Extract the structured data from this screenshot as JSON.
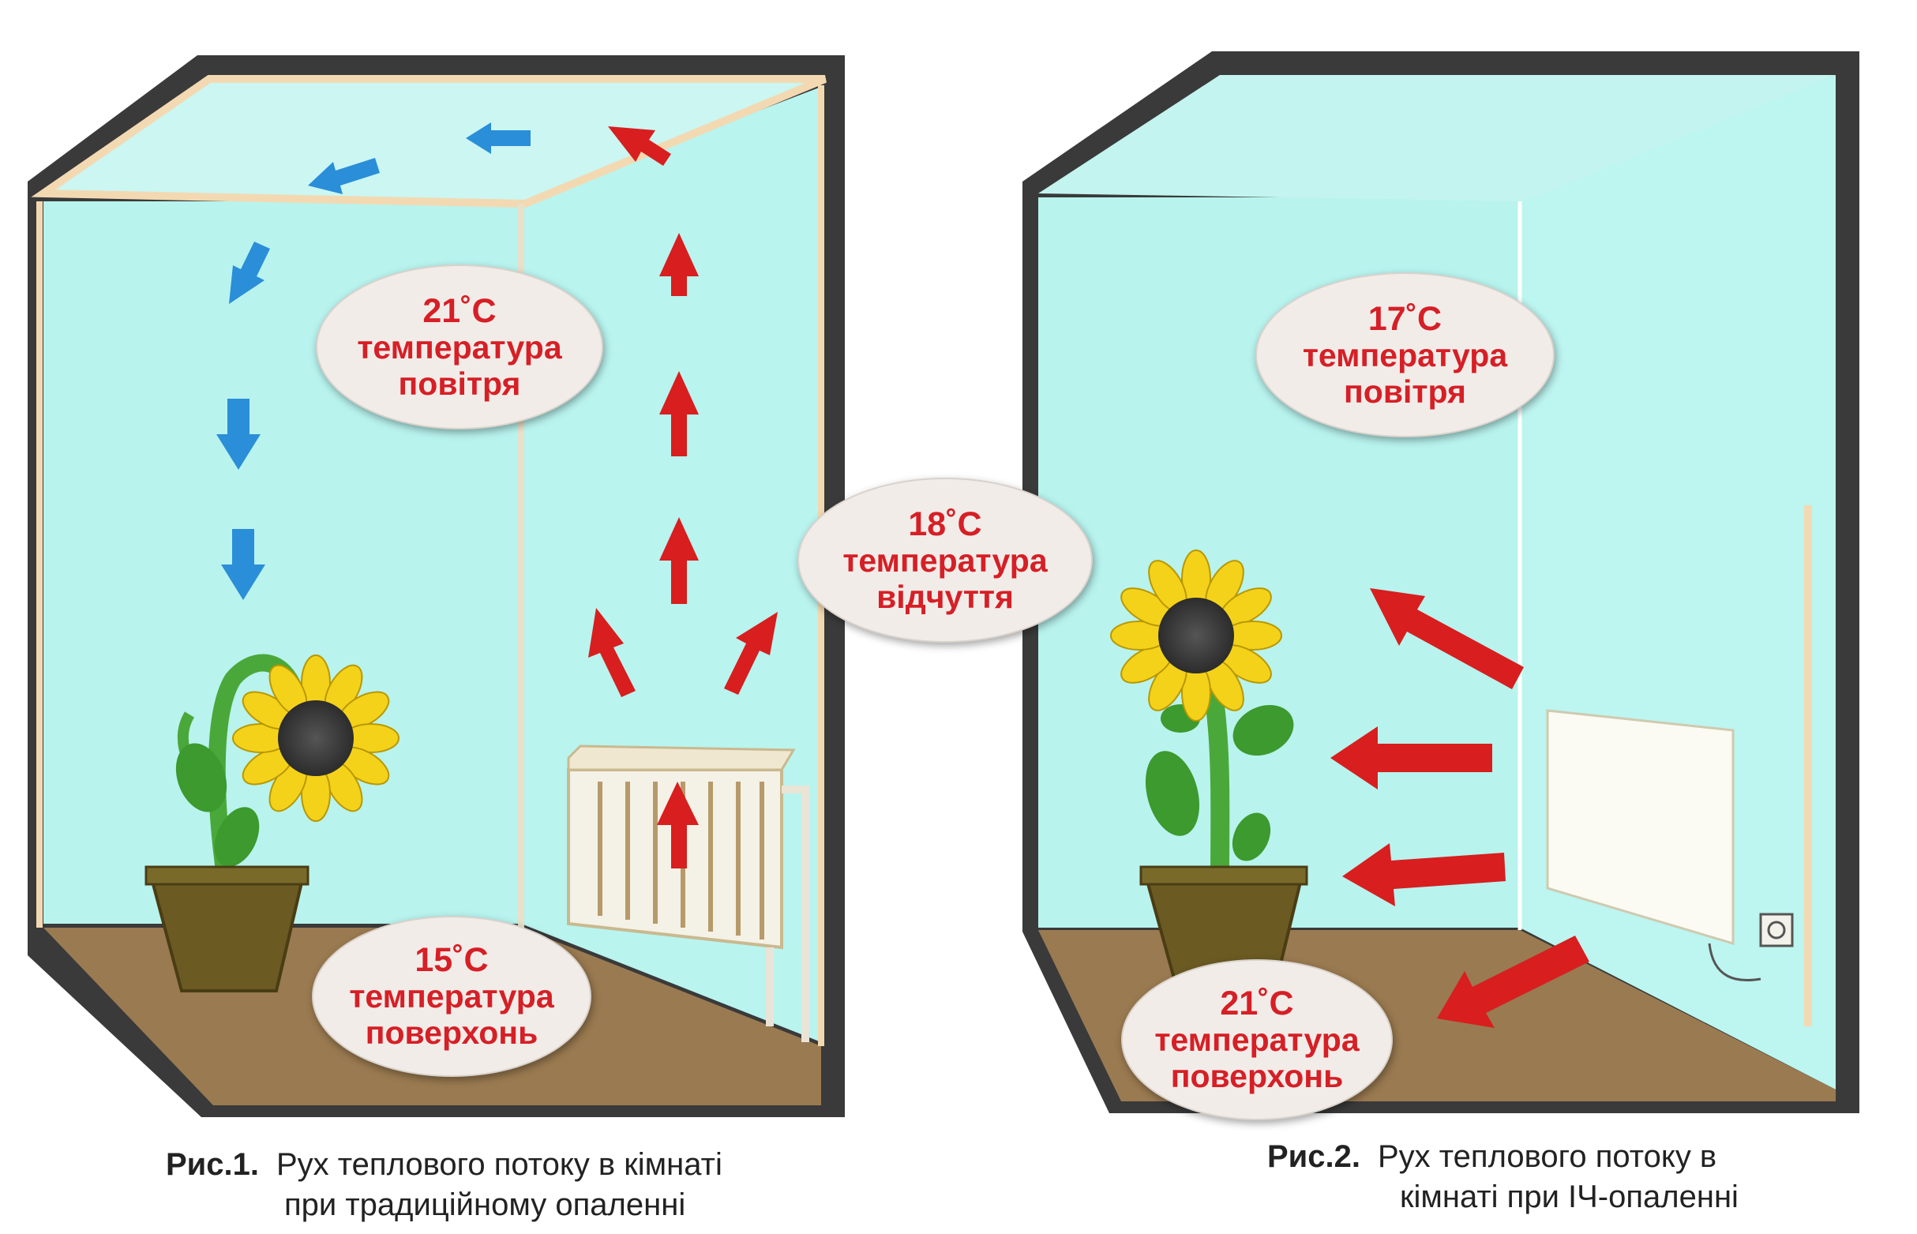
{
  "figure1": {
    "air_temp": "21˚С",
    "air_label": "температура",
    "air_label2": "повітря",
    "surface_temp": "15˚С",
    "surface_label": "температура",
    "surface_label2": "поверхонь",
    "caption_num": "Рис.1.",
    "caption_line1": "Рух теплового потоку в кімнаті",
    "caption_line2": "при традиційному опаленні"
  },
  "feel": {
    "temp": "18˚С",
    "label": "температура",
    "label2": "відчуття"
  },
  "figure2": {
    "air_temp": "17˚С",
    "air_label": "температура",
    "air_label2": "повітря",
    "surface_temp": "21˚С",
    "surface_label": "температура",
    "surface_label2": "поверхонь",
    "caption_num": "Рис.2.",
    "caption_line1": "Рух теплового потоку в",
    "caption_line2": "кімнаті при ІЧ-опаленні"
  },
  "colors": {
    "wall": "#b8f3ee",
    "ceiling": "#c8f5f0",
    "floor": "#9a7a50",
    "frame": "#3a3a3a",
    "warm_arrow": "#d81e1e",
    "cool_arrow": "#2a8ed8",
    "label_text": "#d61f26"
  }
}
